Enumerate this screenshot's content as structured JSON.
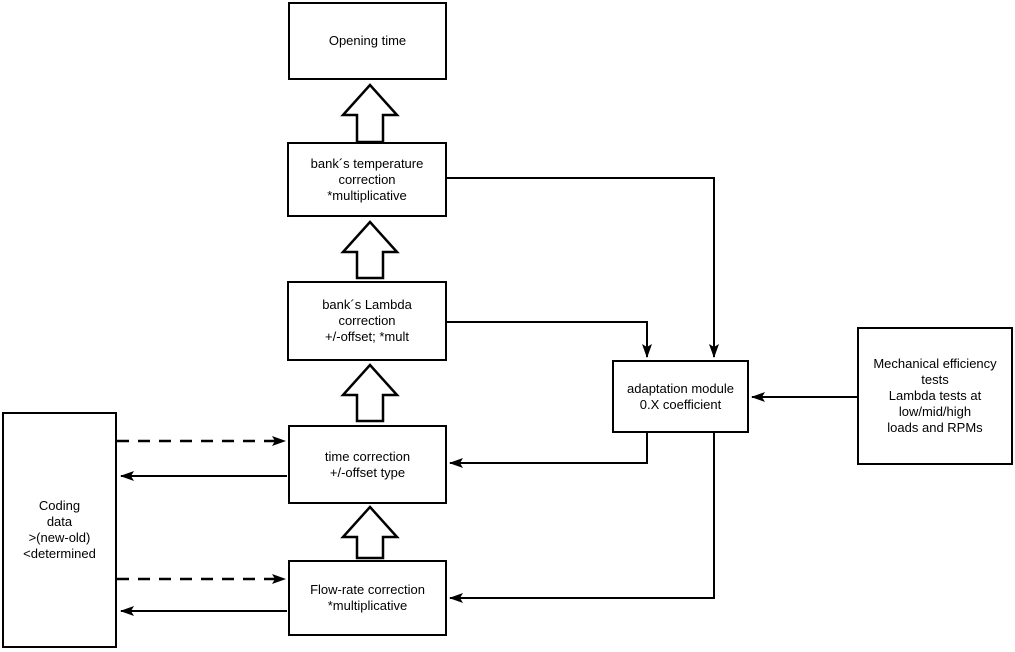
{
  "diagram": {
    "nodes": {
      "opening": {
        "label": "Opening time"
      },
      "temperature": {
        "label": "bank´s temperature\ncorrection\n*multiplicative"
      },
      "lambda": {
        "label": "bank´s Lambda\ncorrection\n+/-offset; *mult"
      },
      "time": {
        "label": "time correction\n+/-offset type"
      },
      "flow": {
        "label": "Flow-rate correction\n*multiplicative"
      },
      "coding": {
        "label": "Coding\ndata\n>(new-old)\n<determined"
      },
      "adaptation": {
        "label": "adaptation module\n0.X coefficient"
      },
      "mechanical": {
        "label": "Mechanical efficiency\ntests\nLambda tests at\nlow/mid/high\nloads and RPMs"
      }
    },
    "edges": [
      {
        "from": "flow",
        "to": "time",
        "style": "block-arrow-up"
      },
      {
        "from": "time",
        "to": "lambda",
        "style": "block-arrow-up"
      },
      {
        "from": "lambda",
        "to": "temperature",
        "style": "block-arrow-up"
      },
      {
        "from": "temperature",
        "to": "opening",
        "style": "block-arrow-up"
      },
      {
        "from": "temperature",
        "to": "adaptation",
        "style": "solid-arrow"
      },
      {
        "from": "lambda",
        "to": "adaptation",
        "style": "solid-arrow"
      },
      {
        "from": "adaptation",
        "to": "time",
        "style": "solid-arrow"
      },
      {
        "from": "adaptation",
        "to": "flow",
        "style": "solid-arrow"
      },
      {
        "from": "mechanical",
        "to": "adaptation",
        "style": "solid-arrow"
      },
      {
        "from": "coding",
        "to": "time",
        "style": "dashed-arrow"
      },
      {
        "from": "time",
        "to": "coding",
        "style": "solid-arrow"
      },
      {
        "from": "coding",
        "to": "flow",
        "style": "dashed-arrow"
      },
      {
        "from": "flow",
        "to": "coding",
        "style": "solid-arrow"
      }
    ],
    "colors": {
      "background": "#ffffff",
      "line": "#000000",
      "box_fill": "#ffffff",
      "text": "#000000"
    }
  }
}
